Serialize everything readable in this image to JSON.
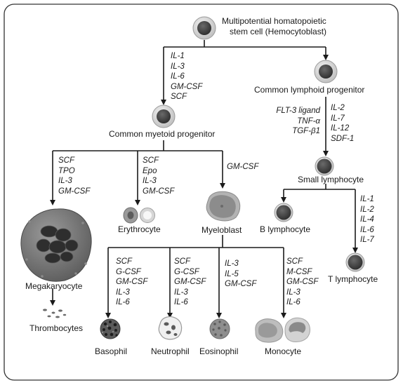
{
  "nodes": {
    "stem_cell": {
      "line1": "Multipotential homatopoietic",
      "line2": "stem cell  (Hemocytoblast)"
    },
    "myeloid": "Common myetoid progenitor",
    "lymphoid": "Common lymphoid progenitor",
    "small_lymphocyte": "Small lymphocyte",
    "b_lymphocyte": "B lymphocyte",
    "t_lymphocyte": "T lymphocyte",
    "megakaryocyte": "Megakaryocyte",
    "thrombocytes": "Thrombocytes",
    "erythrocyte": "Erythrocyte",
    "myeloblast": "Myeloblast",
    "basophil": "Basophil",
    "neutrophil": "Neutrophil",
    "eosinophil": "Eosinophil",
    "monocyte": "Monocyte"
  },
  "factors": {
    "stem_to_myeloid": [
      "IL-1",
      "IL-3",
      "IL-6",
      "GM-CSF",
      "SCF"
    ],
    "lymphoid_to_small": [
      "FLT-3 ligand",
      "TNF-α",
      "TGF-β1"
    ],
    "lymphoid_to_small_right": [
      "IL-2",
      "IL-7",
      "IL-12",
      "SDF-1"
    ],
    "to_megakaryocyte": [
      "SCF",
      "TPO",
      "IL-3",
      "GM-CSF"
    ],
    "to_erythrocyte": [
      "SCF",
      "Epo",
      "IL-3",
      "GM-CSF"
    ],
    "to_myeloblast": [
      "GM-CSF"
    ],
    "to_t_lymphocyte": [
      "IL-1",
      "IL-2",
      "IL-4",
      "IL-6",
      "IL-7"
    ],
    "to_basophil": [
      "SCF",
      "G-CSF",
      "GM-CSF",
      "IL-3",
      "IL-6"
    ],
    "to_neutrophil": [
      "SCF",
      "G-CSF",
      "GM-CSF",
      "IL-3",
      "IL-6"
    ],
    "to_eosinophil": [
      "IL-3",
      "IL-5",
      "GM-CSF"
    ],
    "to_monocyte": [
      "SCF",
      "M-CSF",
      "GM-CSF",
      "IL-3",
      "IL-6"
    ]
  }
}
